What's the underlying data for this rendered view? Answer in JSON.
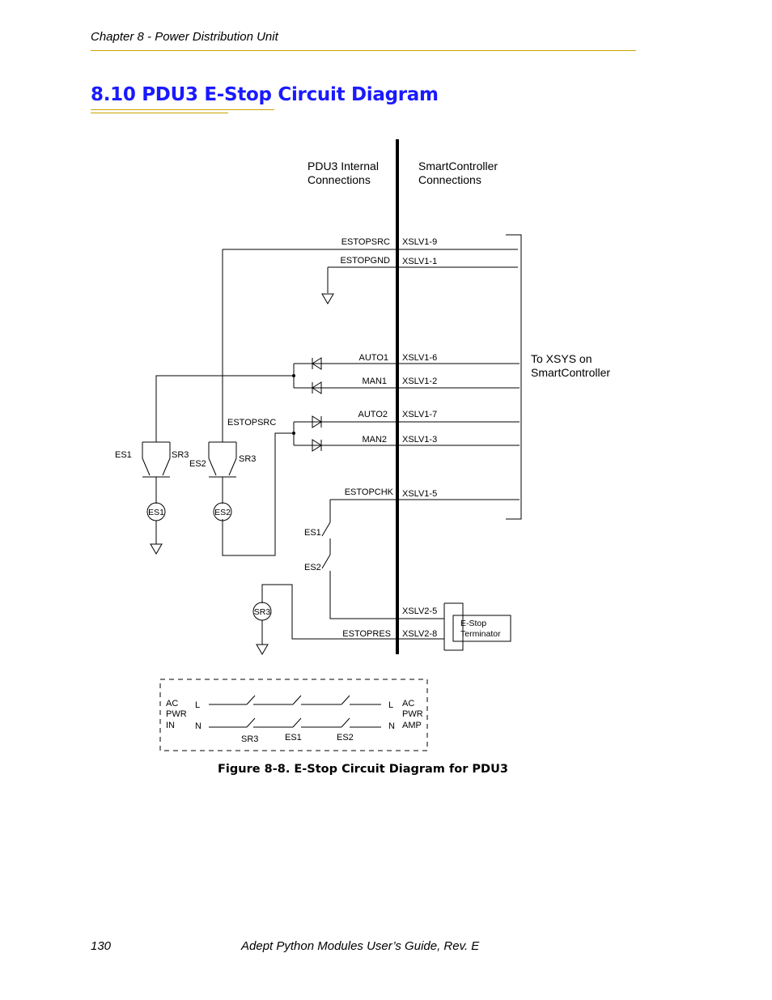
{
  "header": {
    "chapter": "Chapter 8 - Power Distribution Unit"
  },
  "section": {
    "title": "8.10  PDU3 E-Stop Circuit Diagram"
  },
  "diagram": {
    "pdu3_heading": [
      "PDU3 Internal",
      "Connections"
    ],
    "sc_heading": [
      "SmartController",
      "Connections"
    ],
    "signals": [
      "ESTOPSRC",
      "ESTOPGND",
      "AUTO1",
      "MAN1",
      "AUTO2",
      "MAN2",
      "ESTOPCHK",
      "ESTOPRES"
    ],
    "pins": [
      "XSLV1-9",
      "XSLV1-1",
      "XSLV1-6",
      "XSLV1-2",
      "XSLV1-7",
      "XSLV1-3",
      "XSLV1-5",
      "XSLV2-5",
      "XSLV2-8"
    ],
    "xsys_label": [
      "To XSYS on",
      "SmartController"
    ],
    "estopsrc_left": "ESTOPSRC",
    "switch_labels": {
      "es1": "ES1",
      "es2": "ES2",
      "sr3": "SR3"
    },
    "terminator": [
      "E-Stop",
      "Terminator"
    ],
    "power_box": {
      "left": [
        "AC",
        "PWR",
        "IN"
      ],
      "right": [
        "AC",
        "PWR",
        "AMP"
      ],
      "line_l": "L",
      "line_n": "N",
      "contacts": [
        "SR3",
        "ES1",
        "ES2"
      ]
    }
  },
  "figure": {
    "caption": "Figure 8-8. E-Stop Circuit Diagram for PDU3"
  },
  "footer": {
    "page_number": "130",
    "doc_title": "Adept Python Modules User’s Guide, Rev. E"
  },
  "colors": {
    "title": "#1a1aff",
    "rule": "#c8a400"
  }
}
